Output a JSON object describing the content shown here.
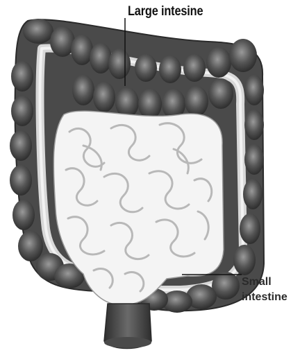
{
  "labels": {
    "large_intestine": "Large intesine",
    "small_intestine_line1": "Small",
    "small_intestine_line2": "intestine"
  },
  "colors": {
    "colon_dark": "#3c3c3c",
    "colon_mid": "#5e5e5e",
    "colon_light": "#8a8a8a",
    "small_intestine_fill": "#f4f4f4",
    "small_intestine_fold": "#b8b8b8",
    "leader_line": "#111111"
  }
}
